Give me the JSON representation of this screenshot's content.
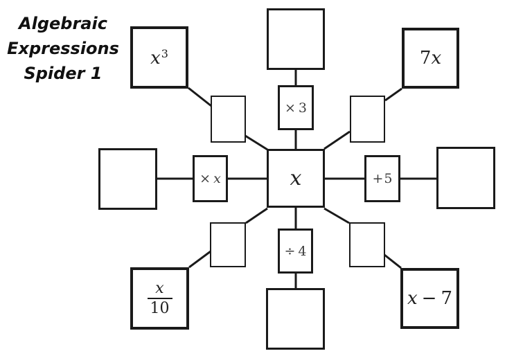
{
  "title": {
    "line1": "Algebraic",
    "line2": "Expressions",
    "line3": "Spider 1"
  },
  "center": {
    "label": "x"
  },
  "ops": {
    "multiply3": {
      "sym": "×",
      "val": "3"
    },
    "multiplyx": {
      "sym": "×",
      "val": "x"
    },
    "plus5": {
      "sym": "+",
      "val": "5"
    },
    "divide4": {
      "sym": "÷",
      "val": "4"
    }
  },
  "expressions": {
    "x_cubed": {
      "base": "x",
      "sup": "3"
    },
    "seven_x": {
      "coef": "7",
      "var": "x"
    },
    "x_over_10": {
      "num": "x",
      "den": "10"
    },
    "x_minus_7": {
      "var": "x",
      "op": "−",
      "num": "7"
    }
  },
  "colors": {
    "ink": "#1a1a1a",
    "op_text": "#3d3d3d",
    "background": "#ffffff"
  }
}
